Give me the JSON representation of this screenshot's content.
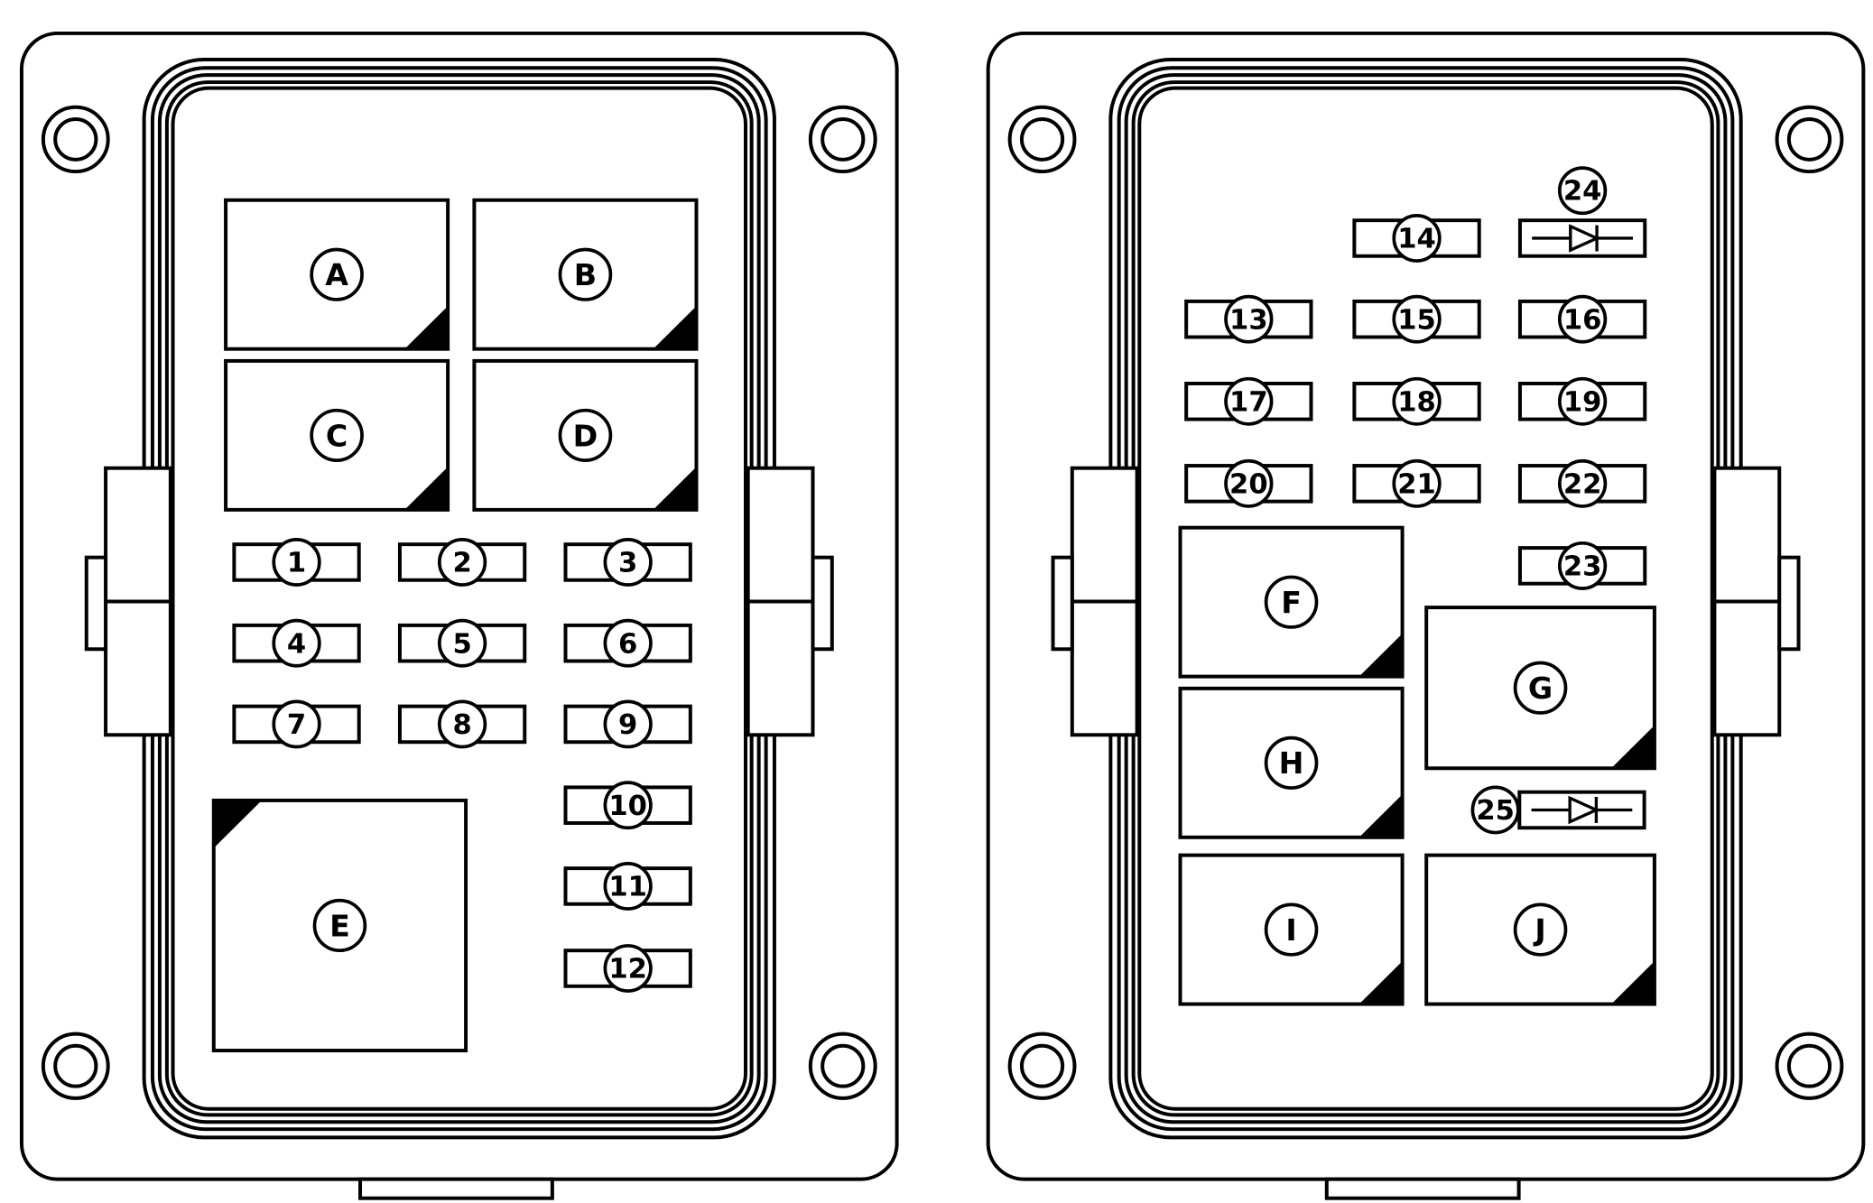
{
  "colors": {
    "background": "#ffffff",
    "line": "#000000"
  },
  "panels": [
    {
      "name": "left-fuse-block",
      "relays": [
        {
          "id": "relay-A",
          "label": "A"
        },
        {
          "id": "relay-B",
          "label": "B"
        },
        {
          "id": "relay-C",
          "label": "C"
        },
        {
          "id": "relay-D",
          "label": "D"
        },
        {
          "id": "relay-E",
          "label": "E"
        }
      ],
      "fuses": [
        {
          "id": "fuse-1",
          "label": "1"
        },
        {
          "id": "fuse-2",
          "label": "2"
        },
        {
          "id": "fuse-3",
          "label": "3"
        },
        {
          "id": "fuse-4",
          "label": "4"
        },
        {
          "id": "fuse-5",
          "label": "5"
        },
        {
          "id": "fuse-6",
          "label": "6"
        },
        {
          "id": "fuse-7",
          "label": "7"
        },
        {
          "id": "fuse-8",
          "label": "8"
        },
        {
          "id": "fuse-9",
          "label": "9"
        },
        {
          "id": "fuse-10",
          "label": "10"
        },
        {
          "id": "fuse-11",
          "label": "11"
        },
        {
          "id": "fuse-12",
          "label": "12"
        }
      ]
    },
    {
      "name": "right-fuse-block",
      "fuses": [
        {
          "id": "fuse-13",
          "label": "13"
        },
        {
          "id": "fuse-14",
          "label": "14"
        },
        {
          "id": "fuse-15",
          "label": "15"
        },
        {
          "id": "fuse-16",
          "label": "16"
        },
        {
          "id": "fuse-17",
          "label": "17"
        },
        {
          "id": "fuse-18",
          "label": "18"
        },
        {
          "id": "fuse-19",
          "label": "19"
        },
        {
          "id": "fuse-20",
          "label": "20"
        },
        {
          "id": "fuse-21",
          "label": "21"
        },
        {
          "id": "fuse-22",
          "label": "22"
        },
        {
          "id": "fuse-23",
          "label": "23"
        }
      ],
      "diodes": [
        {
          "id": "diode-24",
          "label": "24"
        },
        {
          "id": "diode-25",
          "label": "25"
        }
      ],
      "relays": [
        {
          "id": "relay-F",
          "label": "F"
        },
        {
          "id": "relay-G",
          "label": "G"
        },
        {
          "id": "relay-H",
          "label": "H"
        },
        {
          "id": "relay-I",
          "label": "I"
        },
        {
          "id": "relay-J",
          "label": "J"
        }
      ]
    }
  ]
}
